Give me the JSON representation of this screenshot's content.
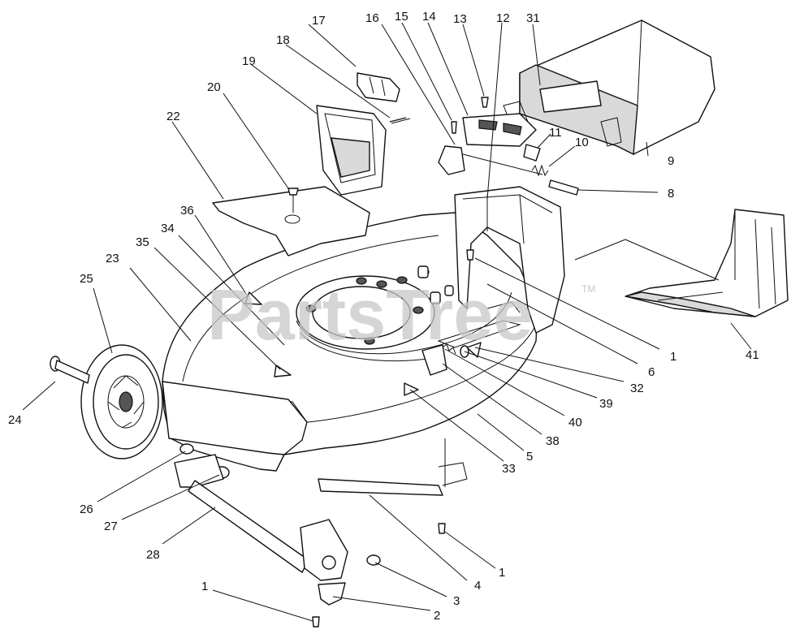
{
  "watermark": {
    "text": "PartsTree",
    "tm": "TM"
  },
  "callouts": [
    "1",
    "2",
    "3",
    "4",
    "5",
    "6",
    "8",
    "9",
    "10",
    "11",
    "12",
    "13",
    "14",
    "15",
    "16",
    "17",
    "18",
    "19",
    "20",
    "22",
    "23",
    "24",
    "25",
    "26",
    "27",
    "28",
    "31",
    "32",
    "33",
    "34",
    "35",
    "36",
    "38",
    "39",
    "40",
    "41"
  ],
  "colors": {
    "line": "#111111",
    "shade": "#d9d9d9",
    "watermark": "#c8c8c8"
  }
}
